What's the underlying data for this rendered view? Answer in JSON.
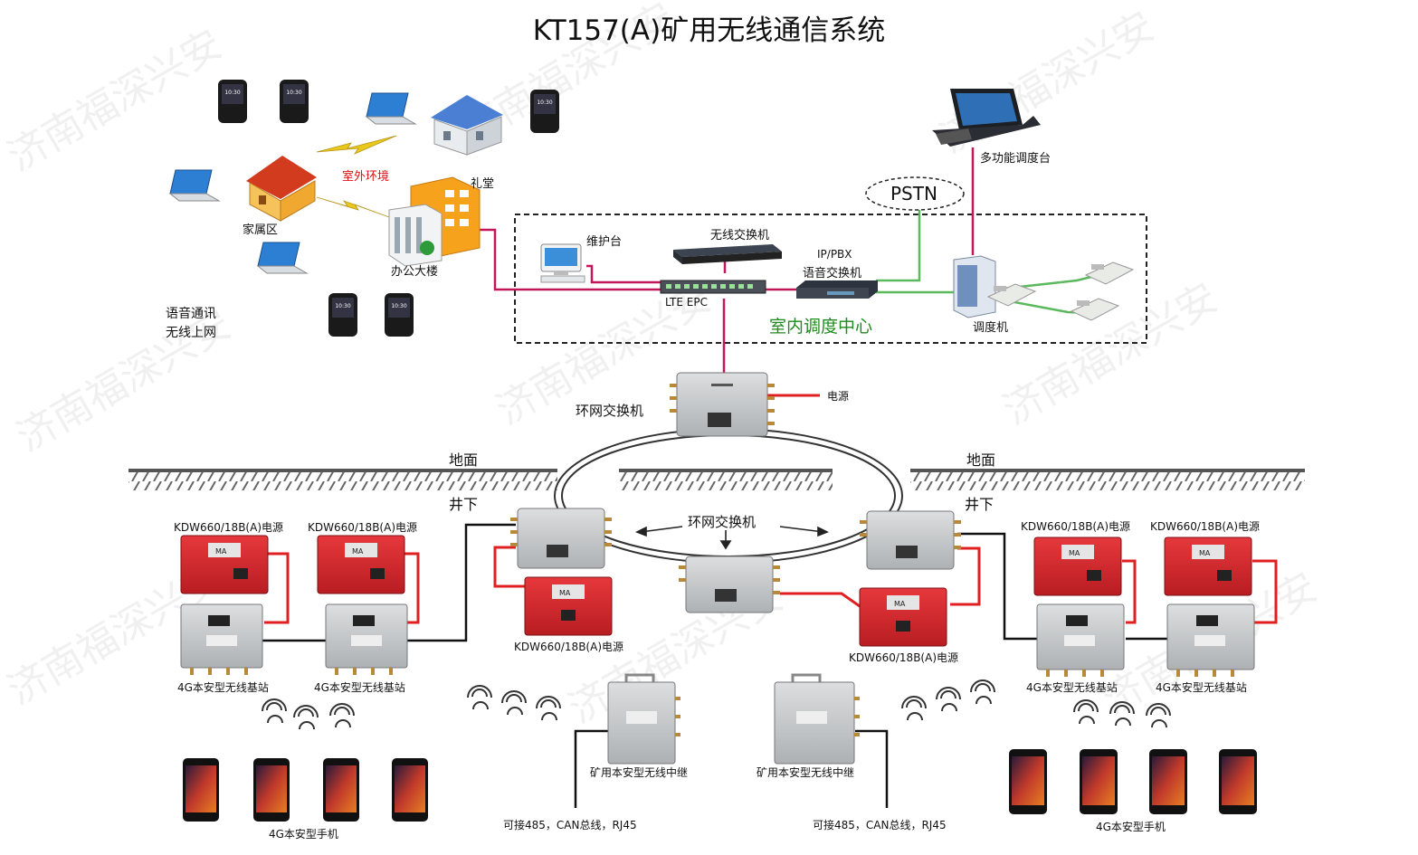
{
  "title": "KT157(A)矿用无线通信系统",
  "watermark": "济南福深兴安",
  "colors": {
    "ethernet": "#c2185b",
    "phone_line": "#5cb85c",
    "power": "#e02020",
    "ring": "#333333",
    "red_box": "#d9262b",
    "steel_box": "#c4c6c8",
    "indoor_label": "#1f8a1f"
  },
  "surface": {
    "outdoor_label": "室外环境",
    "family_area": "家属区",
    "hall": "礼堂",
    "office": "办公大楼",
    "services": [
      "语音通讯",
      "无线上网"
    ],
    "phone_time": "10:30"
  },
  "control_center": {
    "name": "室内调度中心",
    "maintenance": "维护台",
    "wireless_switch": "无线交换机",
    "epc": "LTE EPC",
    "pbx_line1": "IP/PBX",
    "pbx_line2": "语音交换机",
    "pstn": "PSTN",
    "console": "多功能调度台",
    "dispatcher": "调度机"
  },
  "ring": {
    "top_switch": "环网交换机",
    "top_power": "电源",
    "center_switch": "环网交换机"
  },
  "ground": {
    "surface_label": "地面",
    "underground_label": "井下"
  },
  "underground": {
    "power_supply": "KDW660/18B(A)电源",
    "base_station": "4G本安型无线基站",
    "repeater": "矿用本安型无线中继",
    "interfaces": "可接485，CAN总线，RJ45",
    "handset": "4G本安型手机"
  }
}
